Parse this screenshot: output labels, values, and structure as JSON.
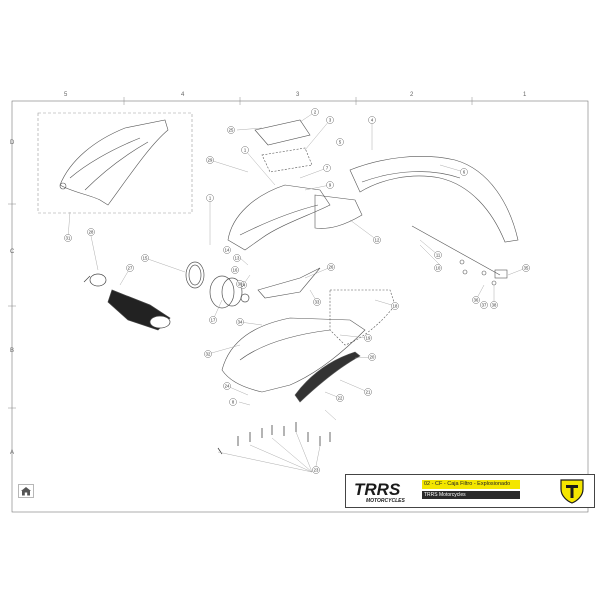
{
  "drawing": {
    "zones_top": [
      "5",
      "4",
      "3",
      "2",
      "1"
    ],
    "zones_side": [
      "D",
      "C",
      "B",
      "A"
    ],
    "callouts": [
      "1",
      "2",
      "3",
      "4",
      "5",
      "6",
      "7",
      "8",
      "9",
      "10",
      "11",
      "12",
      "13",
      "14",
      "15",
      "16",
      "17",
      "18",
      "19",
      "20",
      "21",
      "22",
      "23",
      "24",
      "25",
      "26",
      "27",
      "28",
      "29",
      "30",
      "31",
      "32",
      "33",
      "34",
      "35",
      "36",
      "37",
      "38"
    ]
  },
  "title_block": {
    "brand_main": "TRRS",
    "brand_sub": "MOTORCYCLES",
    "title": "02 - CF - Caja Filtro - Explosionado",
    "subtitle": "TRRS Motorcycles"
  },
  "colors": {
    "accent": "#f4e600",
    "line": "#555555",
    "dark": "#2a2a2a"
  },
  "icons": {
    "home": "home-icon",
    "badge": "t-shield-icon"
  }
}
